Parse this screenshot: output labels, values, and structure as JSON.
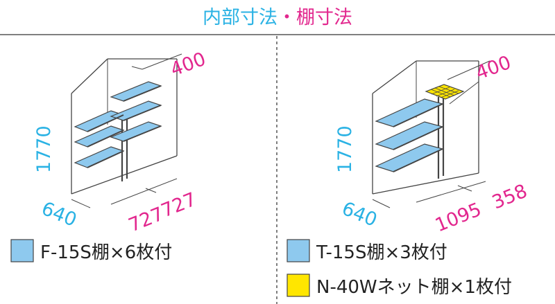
{
  "header": {
    "part1": "内部寸法",
    "separator": "・",
    "part2": "棚寸法"
  },
  "colors": {
    "cyan": "#2ab2e4",
    "magenta": "#e2278e",
    "shelf_fill": "#8ec9ee",
    "net_fill": "#ffe600",
    "frame": "#444444"
  },
  "left_diagram": {
    "height_dim": "1770",
    "depth_dim": "640",
    "shelf_depth_dim": "400",
    "width_dim_1": "727",
    "width_dim_2": "727"
  },
  "right_diagram": {
    "height_dim": "1770",
    "depth_dim": "640",
    "shelf_depth_dim": "400",
    "width_dim_1": "1095",
    "width_dim_2": "358"
  },
  "legend": {
    "left_item": "F-15S棚×6枚付",
    "right_item_1": "T-15S棚×3枚付",
    "right_item_2": "N-40Wネット棚×1枚付"
  }
}
